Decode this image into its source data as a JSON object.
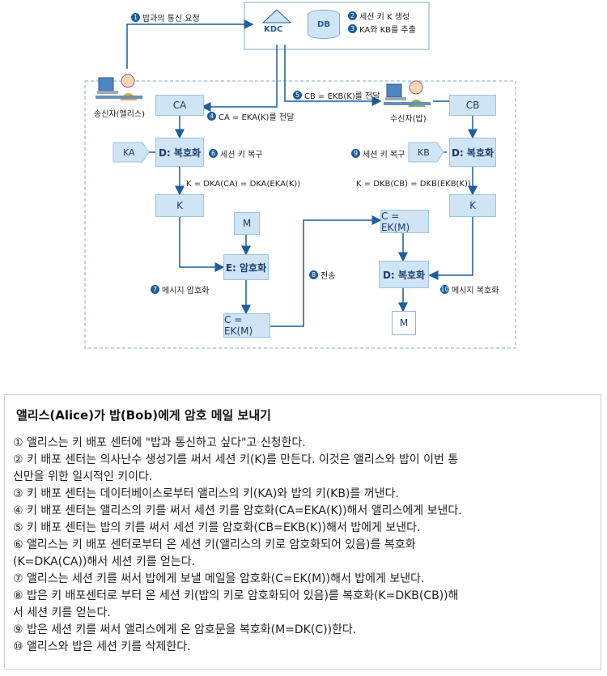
{
  "diagram": {
    "step1": {
      "num": "1",
      "text": "밥과의 통신 요청"
    },
    "kdc": "KDC",
    "db": "DB",
    "step2": {
      "num": "2",
      "text": "세션 키 K 생성"
    },
    "step3": {
      "num": "3",
      "text": "KA와 KB를 추출"
    },
    "alice_label": "송신자(앨리스)",
    "bob_label": "수신자(밥)",
    "step5": {
      "num": "5",
      "text": "CB = EKB(K)를 전달"
    },
    "step4": {
      "num": "4",
      "text": "CA = EKA(K)를 전달"
    },
    "ca_box": "CA",
    "cb_box": "CB",
    "ka_key": "KA",
    "kb_key": "KB",
    "decrypt_a": "D: 복호화",
    "decrypt_b": "D: 복호화",
    "step6": {
      "num": "6",
      "text": "세션 키 복구"
    },
    "step9": {
      "num": "9",
      "text": "세션 키 복구"
    },
    "formula_a": "K = DKA(CA) = DKA(EKA(K))",
    "formula_b": "K = DKB(CB) = DKB(EKB(K))",
    "k_box_a": "K",
    "k_box_b": "K",
    "m_box_a": "M",
    "c_box_b": "C = EK(M)",
    "encrypt": "E: 암호화",
    "decrypt_m": "D: 복호화",
    "step8": {
      "num": "8",
      "text": "전송"
    },
    "step7": {
      "num": "7",
      "text": "메시지 암호화"
    },
    "step10": {
      "num": "10",
      "text": "메시지 복호화"
    },
    "c_box_a": "C = EK(M)",
    "m_box_b": "M"
  },
  "note": {
    "title": "앨리스(Alice)가 밥(Bob)에게 암호 메일 보내기",
    "lines": [
      "① 앨리스는 키 배포 센터에 \"밥과 통신하고 싶다\"고 신청한다.",
      "② 키 배포 센터는 의사난수 생성기를 써서 세션 키(K)를 만든다. 이것은 앨리스와 밥이 이번 통",
      "신만을 위한 일시적인 키이다.",
      "③ 키 배포 센터는 데이터베이스로부터 앨리스의 키(KA)와 밥의 키(KB)를 꺼낸다.",
      "④ 키 배포 센터는 앨리스의 키를 써서 세션 키를 암호화(CA=EKA(K))해서 앨리스에게 보낸다.",
      "⑤ 키 배포 센터는 밥의 키를 써서 세션 키를 암호화(CB=EKB(K))해서 밥에게 보낸다.",
      "⑥ 앨리스는 키 배포 센터로부터 온 세션 키(앨리스의 키로 암호화되어 있음)를 복호화",
      "(K=DKA(CA))해서 세션 키를 얻는다.",
      "⑦ 앨리스는 세션 키를 써서 밥에게 보낼 메일을 암호화(C=EK(M))해서 밥에게 보낸다.",
      "⑧ 밥은 키 배포센터로 부터 온 세션 키(밥의 키로 암호화되어 있음)를 복호화(K=DKB(CB))해",
      "서 세션 키를 얻는다.",
      "⑨ 밥은 세션 키를 써서 앨리스에게 온 암호문을 복호화(M=DK(C))한다.",
      "⑩ 앨리스와 밥은 세션 키를 삭제한다."
    ]
  },
  "colors": {
    "box_fill": "#cfe4f4",
    "accent": "#1f5d9b",
    "arrow": "#1f5d9b"
  }
}
